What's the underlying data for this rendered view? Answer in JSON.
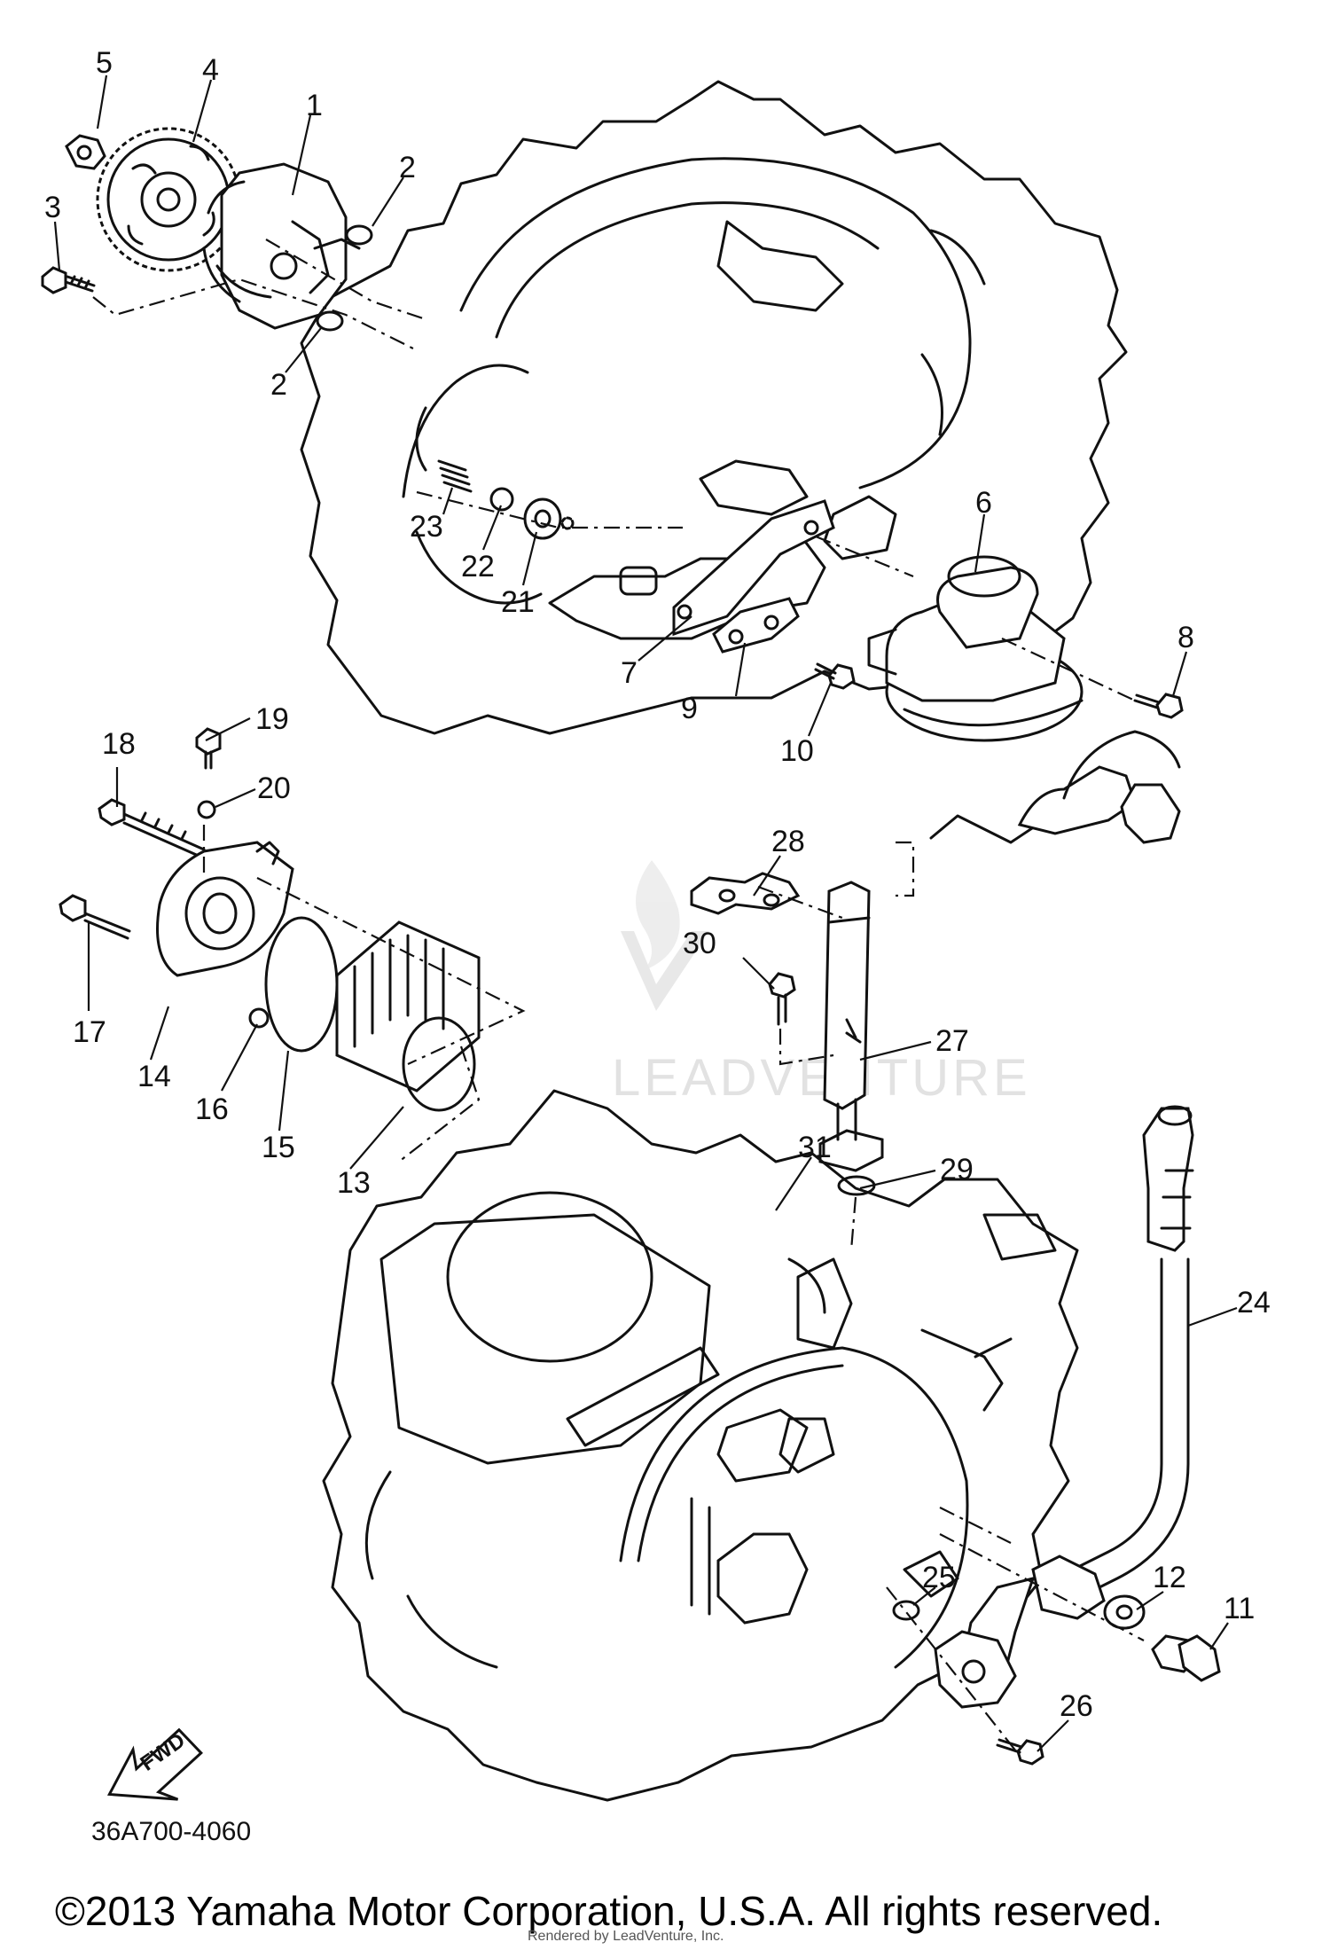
{
  "callouts": [
    {
      "id": "1",
      "label": "1"
    },
    {
      "id": "2a",
      "label": "2"
    },
    {
      "id": "2b",
      "label": "2"
    },
    {
      "id": "3",
      "label": "3"
    },
    {
      "id": "4",
      "label": "4"
    },
    {
      "id": "5",
      "label": "5"
    },
    {
      "id": "6",
      "label": "6"
    },
    {
      "id": "7",
      "label": "7"
    },
    {
      "id": "8",
      "label": "8"
    },
    {
      "id": "9",
      "label": "9"
    },
    {
      "id": "10",
      "label": "10"
    },
    {
      "id": "11",
      "label": "11"
    },
    {
      "id": "12",
      "label": "12"
    },
    {
      "id": "13",
      "label": "13"
    },
    {
      "id": "14",
      "label": "14"
    },
    {
      "id": "15",
      "label": "15"
    },
    {
      "id": "16",
      "label": "16"
    },
    {
      "id": "17",
      "label": "17"
    },
    {
      "id": "18",
      "label": "18"
    },
    {
      "id": "19",
      "label": "19"
    },
    {
      "id": "20",
      "label": "20"
    },
    {
      "id": "21",
      "label": "21"
    },
    {
      "id": "22",
      "label": "22"
    },
    {
      "id": "23",
      "label": "23"
    },
    {
      "id": "24",
      "label": "24"
    },
    {
      "id": "25",
      "label": "25"
    },
    {
      "id": "26",
      "label": "26"
    },
    {
      "id": "27",
      "label": "27"
    },
    {
      "id": "28",
      "label": "28"
    },
    {
      "id": "29",
      "label": "29"
    },
    {
      "id": "30",
      "label": "30"
    },
    {
      "id": "31",
      "label": "31"
    }
  ],
  "diagram_code": "36A700-4060",
  "fwd_label": "FWD",
  "watermark_text": "LEADVENTURE",
  "copyright": "©2013 Yamaha Motor Corporation, U.S.A. All rights reserved.",
  "rendered_by": "Rendered by LeadVenture, Inc."
}
